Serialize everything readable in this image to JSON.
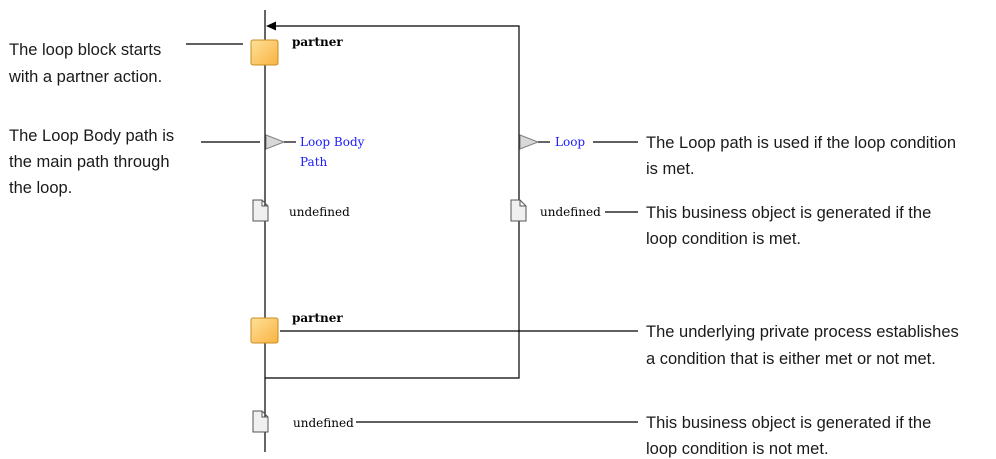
{
  "diagram": {
    "partner_top_label": "partner",
    "partner_bottom_label": "partner",
    "loop_body_path_label_line1": "Loop Body",
    "loop_body_path_label_line2": "Path",
    "loop_path_label": "Loop",
    "bo_left_label": "undefined",
    "bo_right_label": "undefined",
    "bo_bottom_label": "undefined",
    "colors": {
      "action_fill": "#ffc65a",
      "action_stroke": "#c98d21",
      "path_label_color": "#1a1aff"
    }
  },
  "annotations": {
    "loop_start": {
      "line1": "The loop block starts",
      "line2": "with a partner action."
    },
    "loop_body": {
      "line1": "The Loop Body path is",
      "line2": "the main path through",
      "line3": "the loop."
    },
    "loop_path": {
      "line1": "The Loop path is used if the loop condition",
      "line2": "is met."
    },
    "bo_met": {
      "line1": "This business object is generated if the",
      "line2": "loop condition is met."
    },
    "private_process": {
      "line1": "The underlying private process establishes",
      "line2": "a condition that is either met or not met."
    },
    "bo_not_met": {
      "line1": "This business object is generated if the",
      "line2": "loop condition is not met."
    }
  }
}
